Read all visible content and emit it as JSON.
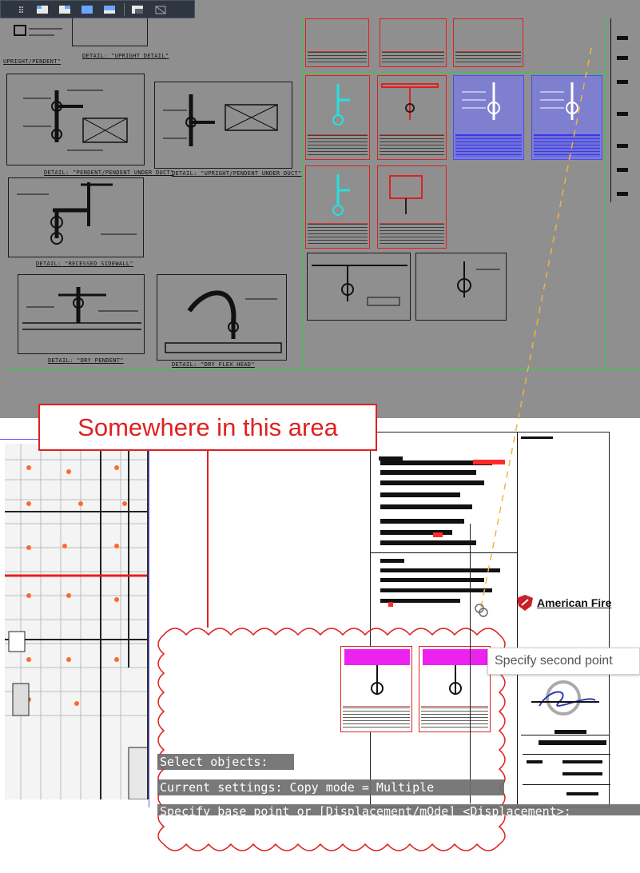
{
  "toolbar": {
    "buttons": [
      "grip-icon",
      "layer-iso-icon",
      "layer-off-icon",
      "layer-freeze-icon",
      "layer-lock-icon",
      "match-layer-icon",
      "layer-previous-icon"
    ]
  },
  "upper_details": {
    "titles": [
      "UPRIGHT/PENDENT\"",
      "DETAIL: \"UPRIGHT DETAIL\"",
      "DETAIL: \"PENDENT/PENDENT UNDER DUCT\"",
      "DETAIL: \"UPRIGHT/PENDENT UNDER DUCT\"",
      "DETAIL: \"RECESSED SIDEWALL\"",
      "DETAIL: \"DRY PENDENT\"",
      "DETAIL: \"DRY FLEX HEAD\""
    ]
  },
  "callout": {
    "text": "Somewhere in this area",
    "color": "#e02020"
  },
  "brand": {
    "name": "American Fire"
  },
  "tooltip": {
    "text": "Specify second point"
  },
  "command_history": [
    "Select objects:",
    "Current settings:  Copy mode = Multiple",
    "Specify base point or [Displacement/mOde] <Displacement>:"
  ],
  "colors": {
    "model_space": "#8f8f8f",
    "paper": "#ffffff",
    "sheet_border": "#2ed046",
    "markup": "#e02020",
    "viewport": "#5a5aff",
    "dash_track": "#f2b53c"
  }
}
